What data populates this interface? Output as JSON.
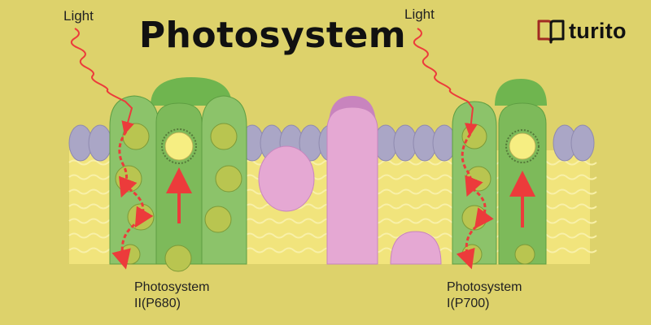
{
  "header": {
    "title": "Photosystem"
  },
  "logo": {
    "text": "turito"
  },
  "labels": {
    "light_left": "Light",
    "light_right": "Light"
  },
  "photosystem_2": {
    "line1": "Photosystem",
    "line2": "II(P680)"
  },
  "photosystem_1": {
    "line1": "Photosystem",
    "line2": "I(P700)"
  },
  "colors": {
    "background": "#ddd26b",
    "membrane_wave": "#f4ea8c",
    "lipid_head": "#aaa6c6",
    "protein_green_dark": "#6fb54f",
    "protein_green_light": "#8cc36a",
    "chlorophyll_disk": "#b9c550",
    "pigment_sun": "#f6ee82",
    "transport_pink": "#e5a8d3",
    "transport_pink_dark": "#c884be",
    "arrow_red": "#ec3b3b"
  }
}
